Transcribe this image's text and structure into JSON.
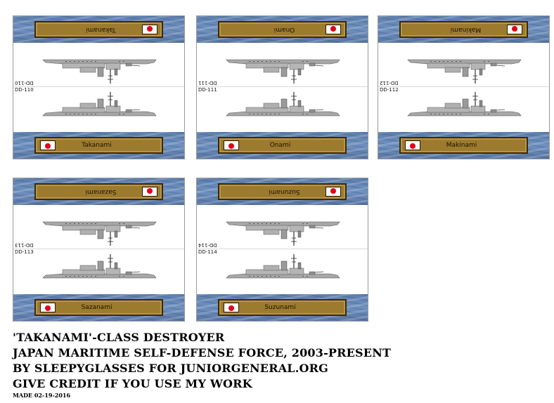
{
  "cards": [
    {
      "name": "Takanami",
      "hull": "DD-110"
    },
    {
      "name": "Onami",
      "hull": "DD-111"
    },
    {
      "name": "Makinami",
      "hull": "DD-112"
    },
    {
      "name": "Sazanami",
      "hull": "DD-113"
    },
    {
      "name": "Suzunami",
      "hull": "DD-114"
    }
  ],
  "caption": {
    "line1": "'TAKANAMI'-CLASS DESTROYER",
    "line2": "JAPAN MARITIME SELF-DEFENSE FORCE, 2003-PRESENT",
    "line3": "BY SLEEPYGLASSES FOR JUNIORGENERAL.ORG",
    "line4": "GIVE CREDIT IF YOU USE MY WORK",
    "made": "MADE 02-19-2016"
  },
  "colors": {
    "sea": "#6f91bf",
    "plate": "#9c7a2e",
    "hull": "#a9a9a9",
    "flag_disc": "#e2001a"
  },
  "icons": {
    "flag": "japan-flag-icon",
    "ship": "destroyer-silhouette-icon"
  }
}
